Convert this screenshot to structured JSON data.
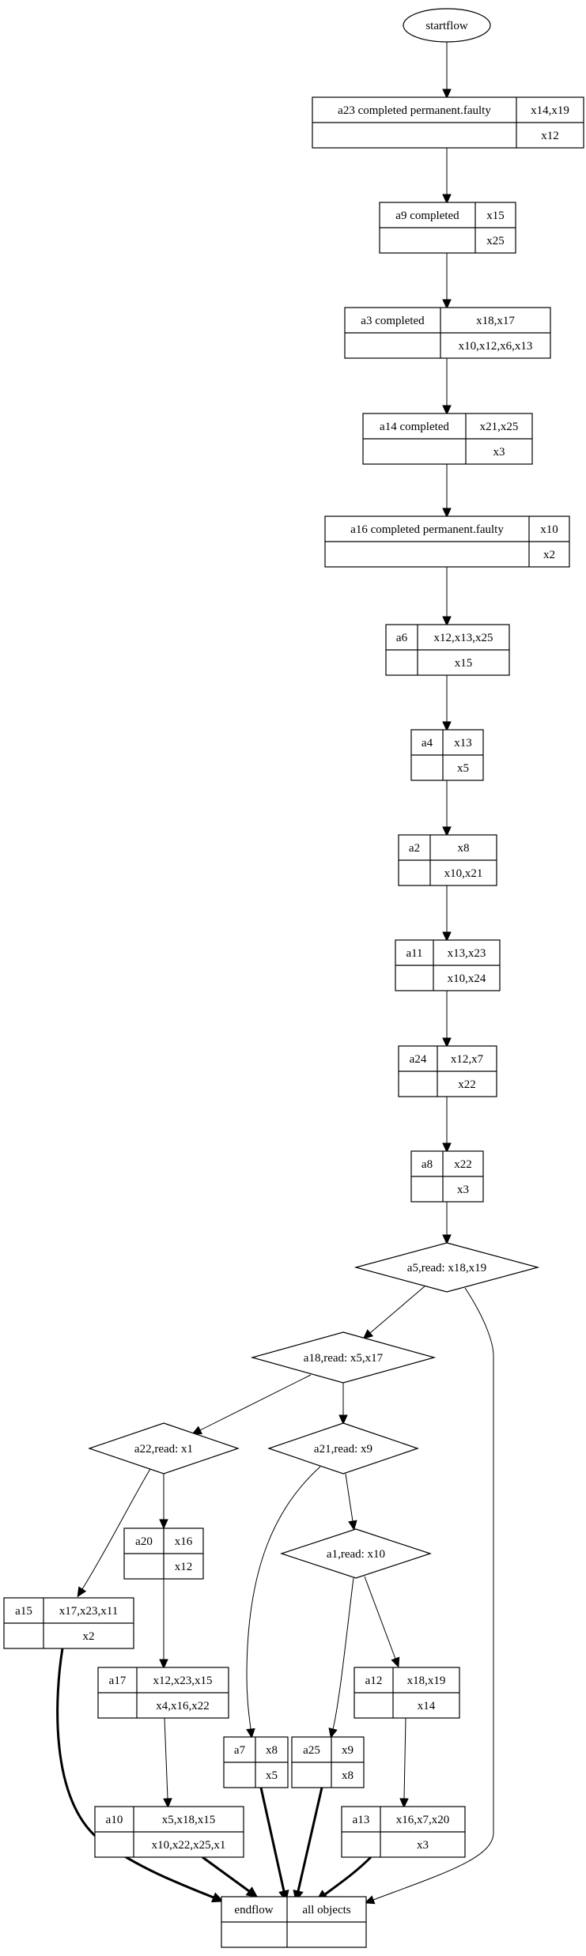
{
  "diagram": {
    "start_node": "startflow",
    "end_node": {
      "label": "endflow",
      "objects": "all objects"
    },
    "colors": {
      "stroke": "#000000",
      "background": "#ffffff"
    },
    "nodes": [
      {
        "id": "a23",
        "shape": "record",
        "label": "a23 completed permanent.faulty",
        "top": "x14,x19",
        "bottom": "x12"
      },
      {
        "id": "a9",
        "shape": "record",
        "label": "a9 completed",
        "top": "x15",
        "bottom": "x25"
      },
      {
        "id": "a3",
        "shape": "record",
        "label": "a3 completed",
        "top": "x18,x17",
        "bottom": "x10,x12,x6,x13"
      },
      {
        "id": "a14",
        "shape": "record",
        "label": "a14 completed",
        "top": "x21,x25",
        "bottom": "x3"
      },
      {
        "id": "a16",
        "shape": "record",
        "label": "a16 completed permanent.faulty",
        "top": "x10",
        "bottom": "x2"
      },
      {
        "id": "a6",
        "shape": "record",
        "label": "a6",
        "top": "x12,x13,x25",
        "bottom": "x15"
      },
      {
        "id": "a4",
        "shape": "record",
        "label": "a4",
        "top": "x13",
        "bottom": "x5"
      },
      {
        "id": "a2",
        "shape": "record",
        "label": "a2",
        "top": "x8",
        "bottom": "x10,x21"
      },
      {
        "id": "a11",
        "shape": "record",
        "label": "a11",
        "top": "x13,x23",
        "bottom": "x10,x24"
      },
      {
        "id": "a24",
        "shape": "record",
        "label": "a24",
        "top": "x12,x7",
        "bottom": "x22"
      },
      {
        "id": "a8",
        "shape": "record",
        "label": "a8",
        "top": "x22",
        "bottom": "x3"
      },
      {
        "id": "a5",
        "shape": "diamond",
        "label": "a5,read: x18,x19"
      },
      {
        "id": "a18",
        "shape": "diamond",
        "label": "a18,read: x5,x17"
      },
      {
        "id": "a22",
        "shape": "diamond",
        "label": "a22,read: x1"
      },
      {
        "id": "a21",
        "shape": "diamond",
        "label": "a21,read: x9"
      },
      {
        "id": "a20",
        "shape": "record",
        "label": "a20",
        "top": "x16",
        "bottom": "x12"
      },
      {
        "id": "a1",
        "shape": "diamond",
        "label": "a1,read: x10"
      },
      {
        "id": "a15",
        "shape": "record",
        "label": "a15",
        "top": "x17,x23,x11",
        "bottom": "x2"
      },
      {
        "id": "a17",
        "shape": "record",
        "label": "a17",
        "top": "x12,x23,x15",
        "bottom": "x4,x16,x22"
      },
      {
        "id": "a12",
        "shape": "record",
        "label": "a12",
        "top": "x18,x19",
        "bottom": "x14"
      },
      {
        "id": "a7",
        "shape": "record",
        "label": "a7",
        "top": "x8",
        "bottom": "x5"
      },
      {
        "id": "a25",
        "shape": "record",
        "label": "a25",
        "top": "x9",
        "bottom": "x8"
      },
      {
        "id": "a10",
        "shape": "record",
        "label": "a10",
        "top": "x5,x18,x15",
        "bottom": "x10,x22,x25,x1"
      },
      {
        "id": "a13",
        "shape": "record",
        "label": "a13",
        "top": "x16,x7,x20",
        "bottom": "x3"
      }
    ],
    "edges": [
      {
        "from": "start",
        "to": "a23",
        "bold": false
      },
      {
        "from": "a23",
        "to": "a9",
        "bold": false
      },
      {
        "from": "a9",
        "to": "a3",
        "bold": false
      },
      {
        "from": "a3",
        "to": "a14",
        "bold": false
      },
      {
        "from": "a14",
        "to": "a16",
        "bold": false
      },
      {
        "from": "a16",
        "to": "a6",
        "bold": false
      },
      {
        "from": "a6",
        "to": "a4",
        "bold": false
      },
      {
        "from": "a4",
        "to": "a2",
        "bold": false
      },
      {
        "from": "a2",
        "to": "a11",
        "bold": false
      },
      {
        "from": "a11",
        "to": "a24",
        "bold": false
      },
      {
        "from": "a24",
        "to": "a8",
        "bold": false
      },
      {
        "from": "a8",
        "to": "a5",
        "bold": false
      },
      {
        "from": "a5",
        "to": "a18",
        "bold": false
      },
      {
        "from": "a5",
        "to": "end",
        "bold": false
      },
      {
        "from": "a18",
        "to": "a22",
        "bold": false
      },
      {
        "from": "a18",
        "to": "a21",
        "bold": false
      },
      {
        "from": "a22",
        "to": "a20",
        "bold": false
      },
      {
        "from": "a22",
        "to": "a15",
        "bold": false
      },
      {
        "from": "a21",
        "to": "a1",
        "bold": false
      },
      {
        "from": "a21",
        "to": "a7",
        "bold": false
      },
      {
        "from": "a1",
        "to": "a12",
        "bold": false
      },
      {
        "from": "a1",
        "to": "a25",
        "bold": false
      },
      {
        "from": "a20",
        "to": "a17",
        "bold": false
      },
      {
        "from": "a17",
        "to": "a10",
        "bold": false
      },
      {
        "from": "a12",
        "to": "a13",
        "bold": false
      },
      {
        "from": "a15",
        "to": "end",
        "bold": true
      },
      {
        "from": "a10",
        "to": "end",
        "bold": true
      },
      {
        "from": "a7",
        "to": "end",
        "bold": true
      },
      {
        "from": "a25",
        "to": "end",
        "bold": true
      },
      {
        "from": "a13",
        "to": "end",
        "bold": true
      }
    ]
  }
}
